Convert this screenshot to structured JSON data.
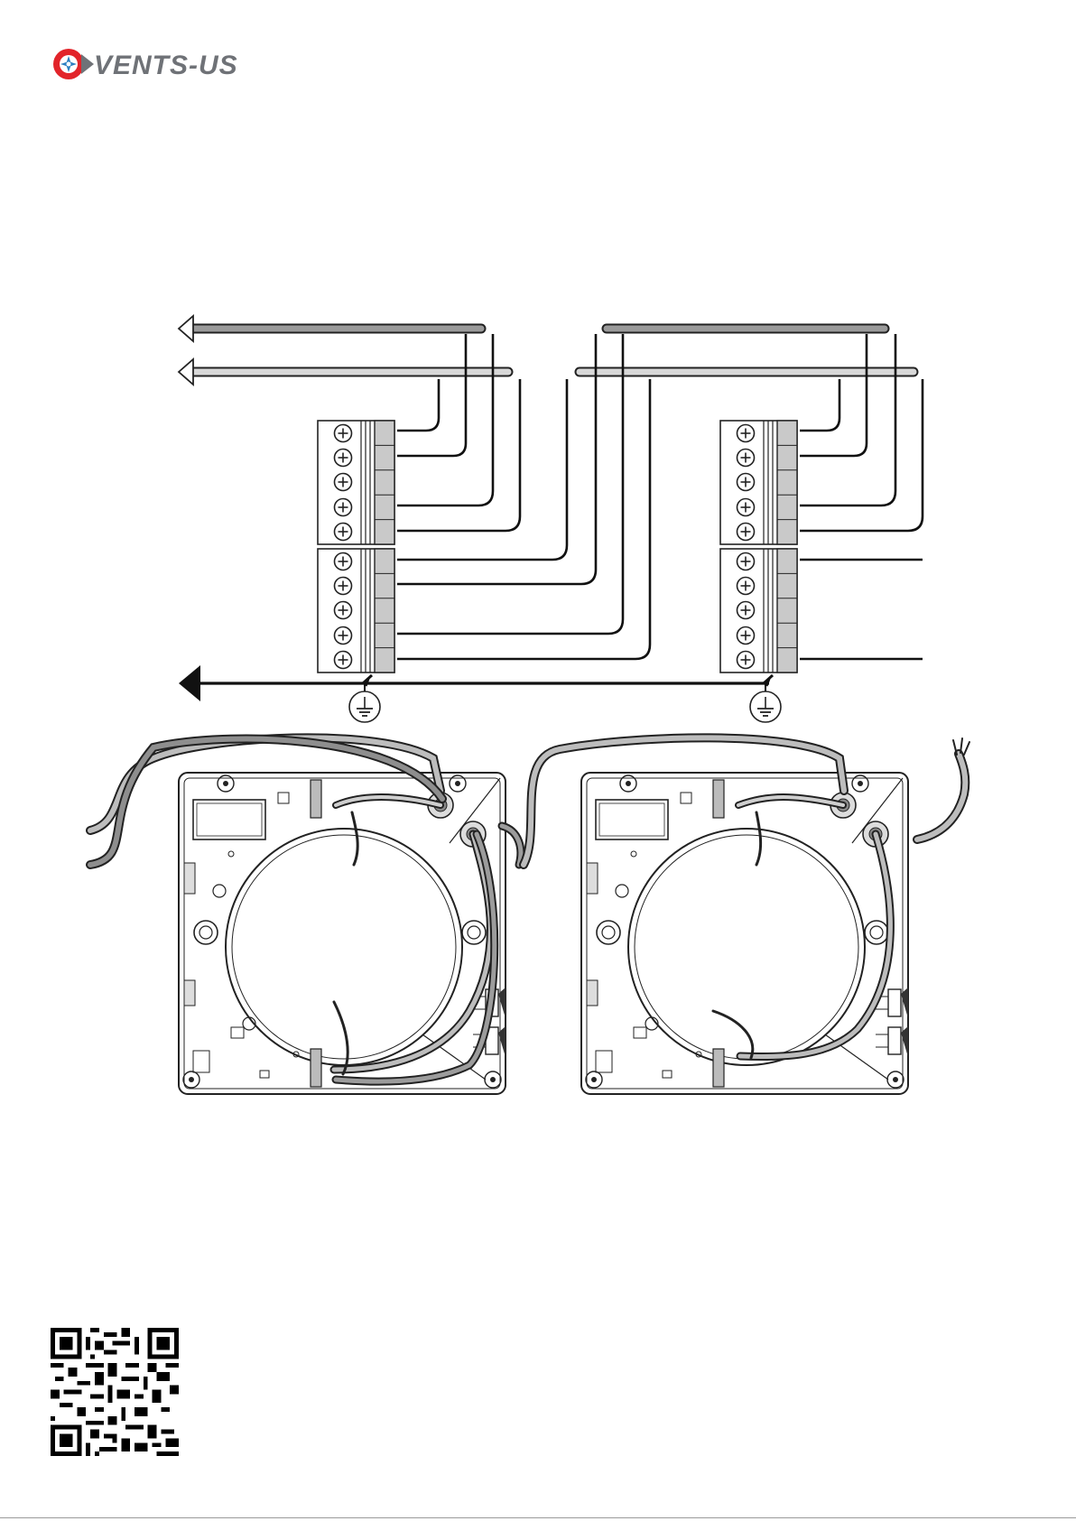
{
  "brand": {
    "name": "VENTS-US",
    "logo_icon": "fan-icon",
    "colors": {
      "red": "#e2242a",
      "blue": "#2c7fc1",
      "gray": "#6f7277"
    }
  },
  "diagram": {
    "units": 2,
    "terminal_blocks_per_unit": 2,
    "screws_per_block": 5,
    "ground_symbol": "ground-icon"
  },
  "qr_icon": "qr-code-icon"
}
